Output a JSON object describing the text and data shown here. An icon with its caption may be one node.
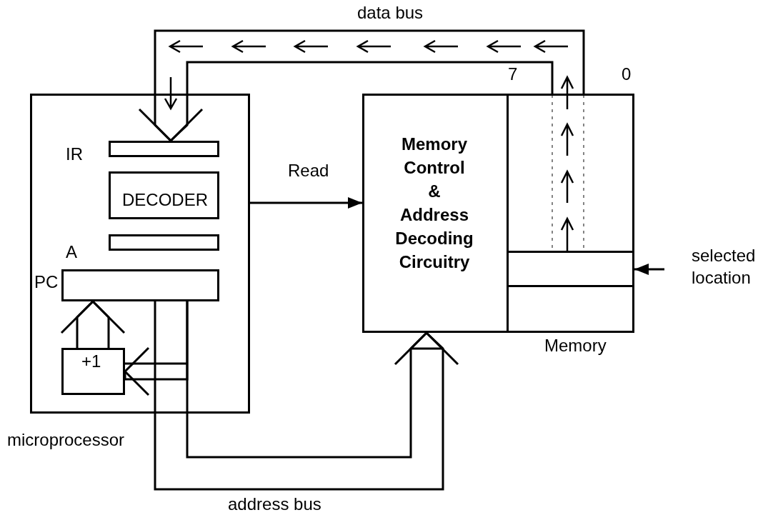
{
  "diagram": {
    "nodes": [
      {
        "text": [
          "microprocessor"
        ]
      },
      {
        "text": [
          "IR"
        ],
        "in": 0
      },
      {
        "text": [
          "DECODER"
        ],
        "in": 0
      },
      {
        "text": [
          "A"
        ],
        "in": 0
      },
      {
        "text": [
          "PC"
        ],
        "in": 0
      },
      {
        "text": [
          "+1"
        ],
        "in": 0
      },
      {
        "text": [
          "Memory Control & Address Decoding Circuitry"
        ]
      },
      {
        "text": [
          "Memory"
        ]
      },
      {
        "text": [],
        "shape": "box",
        "in": 7
      },
      {
        "text": [
          "selected location"
        ]
      }
    ],
    "edges": [
      {
        "from": 7,
        "to": 1,
        "arrow": "to",
        "label": "data bus"
      },
      {
        "from": 0,
        "to": 6,
        "arrow": "to",
        "label": "Read"
      },
      {
        "from": 4,
        "to": 6,
        "arrow": "to",
        "label": "address bus"
      },
      {
        "from": 4,
        "to": 5,
        "arrow": "to"
      },
      {
        "from": 5,
        "to": 4,
        "arrow": "to"
      },
      {
        "from": 9,
        "to": 8,
        "arrow": "to"
      }
    ],
    "labels": [
      "7",
      "0"
    ]
  }
}
